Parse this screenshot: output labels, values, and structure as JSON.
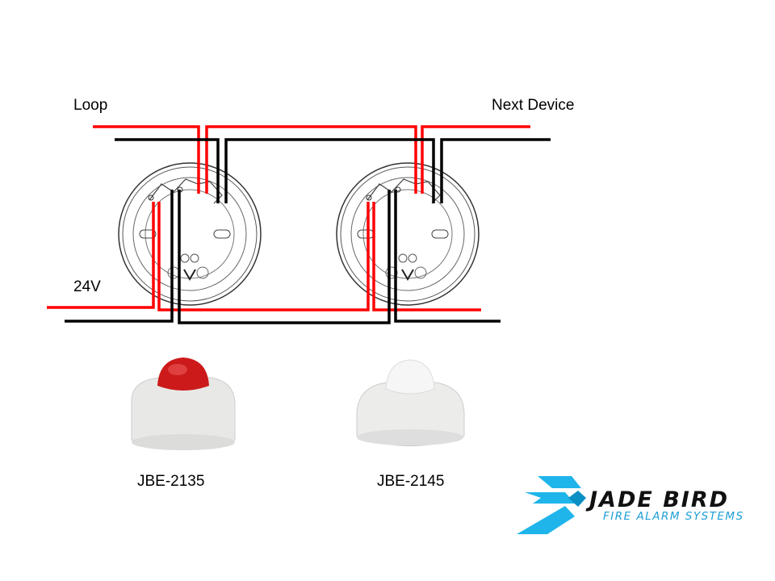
{
  "labels": {
    "loop": "Loop",
    "next_device": "Next Device",
    "power": "24V"
  },
  "devices": [
    {
      "model": "JBE-2135",
      "dome_color": "#cc1a1a"
    },
    {
      "model": "JBE-2145",
      "dome_color": "#f2f2f2"
    }
  ],
  "logo": {
    "title": "JADE BIRD",
    "subtitle": "FIRE ALARM SYSTEMS",
    "color": "#1fb5ea"
  },
  "colors": {
    "loop_positive": "#ff0000",
    "loop_negative": "#000000"
  }
}
